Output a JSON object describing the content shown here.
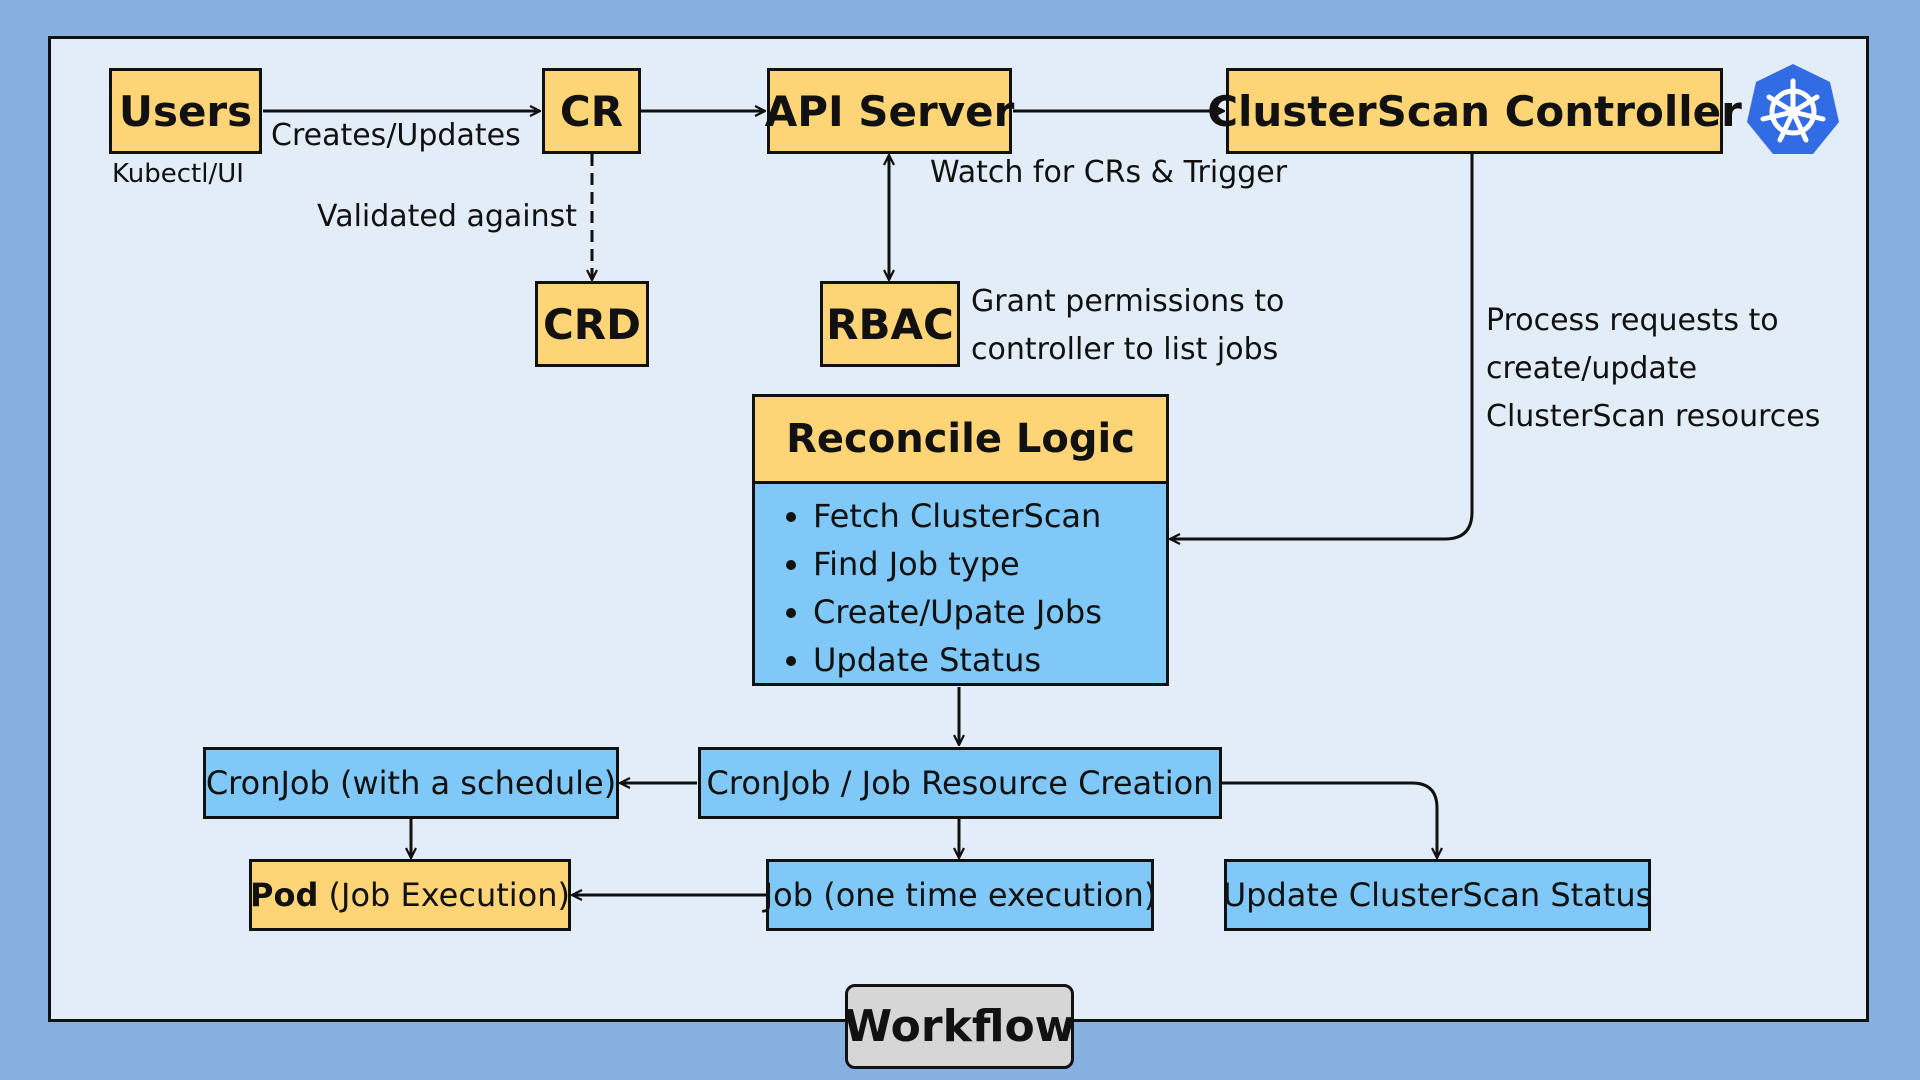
{
  "nodes": {
    "users": "Users",
    "cr": "CR",
    "crd": "CRD",
    "api_server": "API Server",
    "rbac": "RBAC",
    "controller": "ClusterScan Controller",
    "cronjob": "CronJob (with a schedule)",
    "resource_creation": "CronJob / Job Resource Creation",
    "pod_bold": "Pod",
    "pod_rest": " (Job Execution)",
    "job": "Job (one time execution)",
    "update_status": "Update ClusterScan Status"
  },
  "labels": {
    "kubectl": "Kubectl/UI",
    "creates_updates": "Creates/Updates",
    "validated_against": "Validated against",
    "watch": "Watch for CRs & Trigger",
    "grant_line1": "Grant permissions to",
    "grant_line2": "controller to list jobs",
    "process_line1": "Process requests to",
    "process_line2": "create/update",
    "process_line3": "ClusterScan resources"
  },
  "reconcile": {
    "title": "Reconcile Logic",
    "items": [
      "Fetch ClusterScan",
      "Find Job type",
      "Create/Upate Jobs",
      "Update Status"
    ]
  },
  "footer": {
    "title": "Workflow"
  },
  "icons": {
    "logo": "kubernetes-helm-icon"
  },
  "colors": {
    "background": "#85b0e0",
    "panel": "#e3edf8",
    "yellow_box": "#fdd576",
    "blue_box": "#7fc8f8",
    "logo_blue": "#326ce5"
  }
}
